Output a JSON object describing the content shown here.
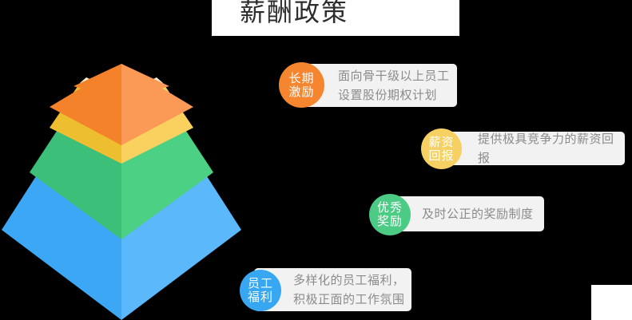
{
  "header": {
    "title": "薪酬政策",
    "title_color": "#2d2d2d",
    "panel_color": "#ffffff"
  },
  "pyramid": {
    "name": "layered-3d-pyramid",
    "layer_count": 4,
    "layers": [
      {
        "id": "top",
        "badge_ref": "长期激励",
        "face_left": "#F4822A",
        "face_right": "#FB9A56",
        "separator": "#FCEFD9"
      },
      {
        "id": "second",
        "badge_ref": "薪资回报",
        "face_left": "#EDBE30",
        "face_right": "#FAD05F",
        "separator": "#E2F4EB"
      },
      {
        "id": "third",
        "badge_ref": "优秀奖励",
        "face_left": "#3BBF79",
        "face_right": "#4BD084",
        "separator": "#DCEDF9"
      },
      {
        "id": "bottom",
        "badge_ref": "员工福利",
        "face_left": "#3BA7F5",
        "face_right": "#5BB8FA",
        "separator": ""
      }
    ]
  },
  "callouts": [
    {
      "badge_label_line1": "长期",
      "badge_label_line2": "激励",
      "badge_color": "#f5862f",
      "text": "面向骨干级以上员工\n设置股份期权计划",
      "box_color": "#f2f2f2"
    },
    {
      "badge_label_line1": "薪资",
      "badge_label_line2": "回报",
      "badge_color": "#f7d063",
      "text": "提供极具竞争力的薪资回报",
      "box_color": "#f2f2f2"
    },
    {
      "badge_label_line1": "优秀",
      "badge_label_line2": "奖励",
      "badge_color": "#4bcb83",
      "text": "及时公正的奖励制度",
      "box_color": "#f2f2f2"
    },
    {
      "badge_label_line1": "员工",
      "badge_label_line2": "福利",
      "badge_color": "#37a7f2",
      "text": "多样化的员工福利，\n积极正面的工作氛围",
      "box_color": "#f2f2f2"
    }
  ],
  "canvas": {
    "background": "#000000",
    "text_color": "#8b8b8b"
  }
}
